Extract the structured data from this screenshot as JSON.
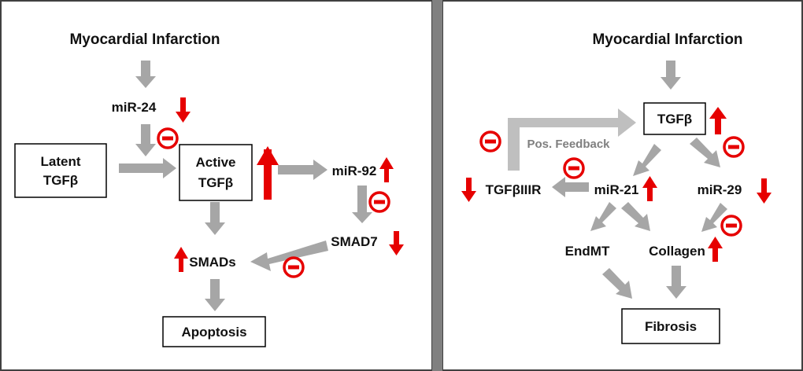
{
  "colors": {
    "arrow_gray": "#a6a6a6",
    "arrow_light_gray": "#bfbfbf",
    "accent_red": "#e60000",
    "panel_border": "#404040",
    "divider": "#808080",
    "box_border": "#000000",
    "text": "#111111",
    "feedback_text": "#7f7f7f"
  },
  "left_panel": {
    "title": "Myocardial Infarction",
    "mir24": "miR-24",
    "latent_l1": "Latent",
    "latent_l2": "TGFβ",
    "active_l1": "Active",
    "active_l2": "TGFβ",
    "mir92": "miR-92",
    "smad7": "SMAD7",
    "smads": "SMADs",
    "apoptosis": "Apoptosis"
  },
  "right_panel": {
    "title": "Myocardial Infarction",
    "tgfb": "TGFβ",
    "feedback": "Pos. Feedback",
    "tgfbiiir": "TGFβIIIR",
    "mir21": "miR-21",
    "mir29": "miR-29",
    "endmt": "EndMT",
    "collagen": "Collagen",
    "fibrosis": "Fibrosis"
  }
}
